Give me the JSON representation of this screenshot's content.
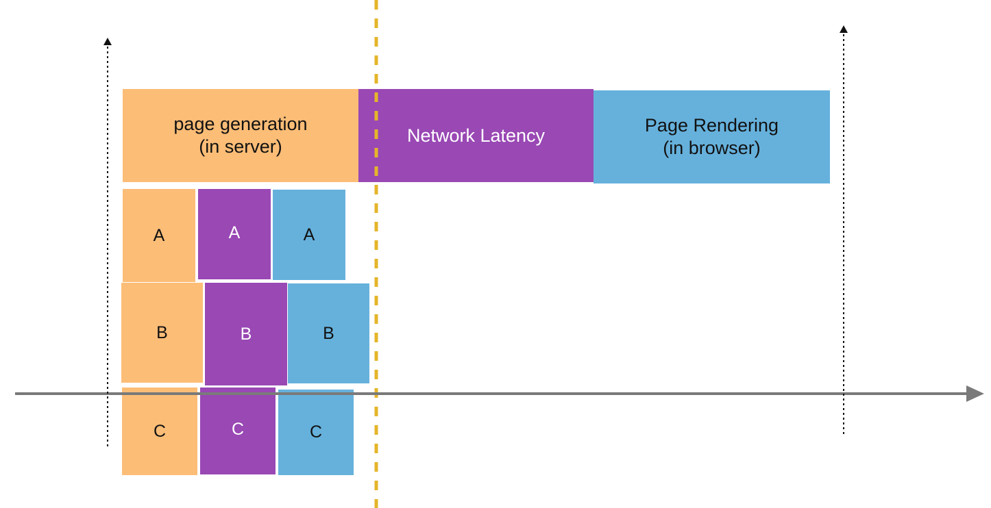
{
  "colors": {
    "orange": "#fcbd77",
    "purple": "#9948b4",
    "blue": "#66b1dc",
    "axis": "#7a7a7a",
    "divider": "#e5b52a",
    "marker": "#111111"
  },
  "top_row": {
    "generation": {
      "line1": "page generation",
      "line2": "(in server)"
    },
    "latency": {
      "label": "Network Latency"
    },
    "rendering": {
      "line1": "Page Rendering",
      "line2": "(in browser)"
    }
  },
  "rows": [
    {
      "orange": "A",
      "purple": "A",
      "blue": "A"
    },
    {
      "orange": "B",
      "purple": "B",
      "blue": "B"
    },
    {
      "orange": "C",
      "purple": "C",
      "blue": "C"
    }
  ]
}
